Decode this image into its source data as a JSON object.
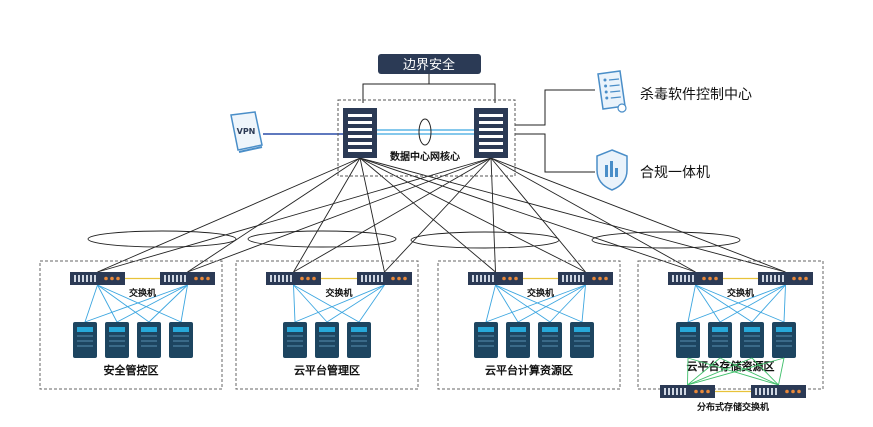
{
  "boundary": {
    "label": "边界安全"
  },
  "core": {
    "label": "数据中心网核心"
  },
  "vpn": {
    "label": "VPN"
  },
  "side_systems": [
    {
      "label": "杀毒软件控制中心",
      "icon": "antivirus-document-icon"
    },
    {
      "label": "合规一体机",
      "icon": "compliance-shield-icon"
    }
  ],
  "zones": [
    {
      "label": "安全管控区",
      "switch_label": "交换机",
      "servers": 4
    },
    {
      "label": "云平台管理区",
      "switch_label": "交换机",
      "servers": 3
    },
    {
      "label": "云平台计算资源区",
      "switch_label": "交换机",
      "servers": 4
    },
    {
      "label": "云平台存储资源区",
      "switch_label": "交换机",
      "servers": 4
    }
  ],
  "storage_switch": {
    "label": "分布式存储交换机"
  },
  "colors": {
    "navy": "#2b3a55",
    "server_dark": "#1d4560",
    "server_light": "#27a8d8",
    "blue_link": "#3ca6e0",
    "green_link": "#3fbf6a",
    "orange_dot": "#e8883a",
    "line": "#222222"
  }
}
